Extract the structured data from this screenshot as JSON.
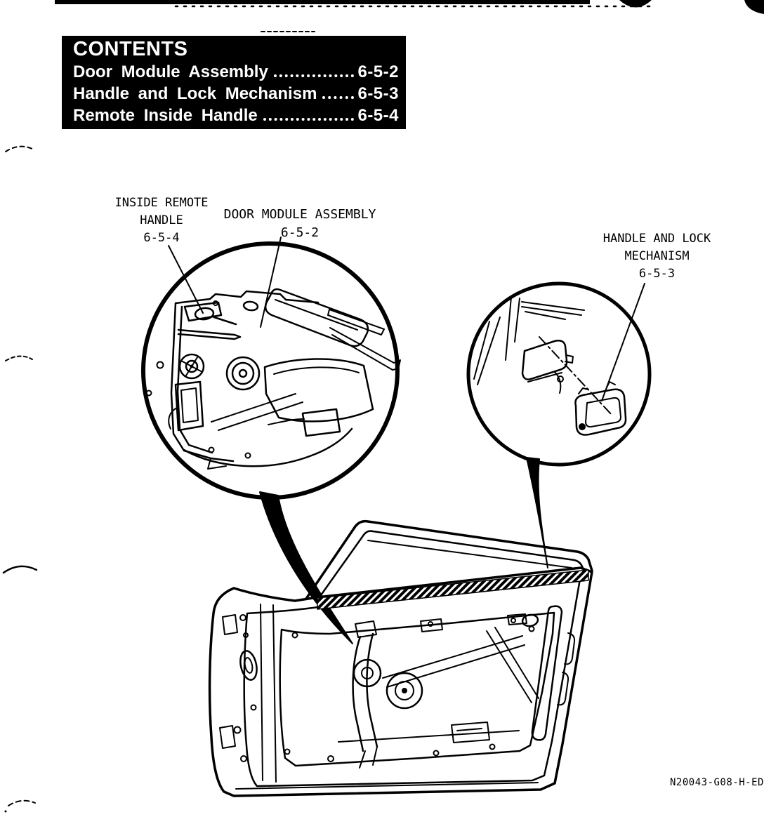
{
  "contents": {
    "title": "CONTENTS",
    "entries": [
      {
        "label": "Door Module Assembly",
        "page": "6-5-2"
      },
      {
        "label": "Handle and Lock Mechanism",
        "page": "6-5-3"
      },
      {
        "label": "Remote Inside Handle",
        "page": "6-5-4"
      }
    ]
  },
  "callouts": {
    "inside_remote_handle": {
      "line1": "INSIDE REMOTE",
      "line2": "HANDLE",
      "ref": "6-5-4"
    },
    "door_module_assembly": {
      "line1": "DOOR MODULE ASSEMBLY",
      "ref": "6-5-2"
    },
    "handle_and_lock_mechanism": {
      "line1": "HANDLE AND LOCK",
      "line2": "MECHANISM",
      "ref": "6-5-3"
    }
  },
  "figure_code": "N20043-G08-H-ED",
  "colors": {
    "ink": "#000000",
    "paper": "#ffffff"
  }
}
